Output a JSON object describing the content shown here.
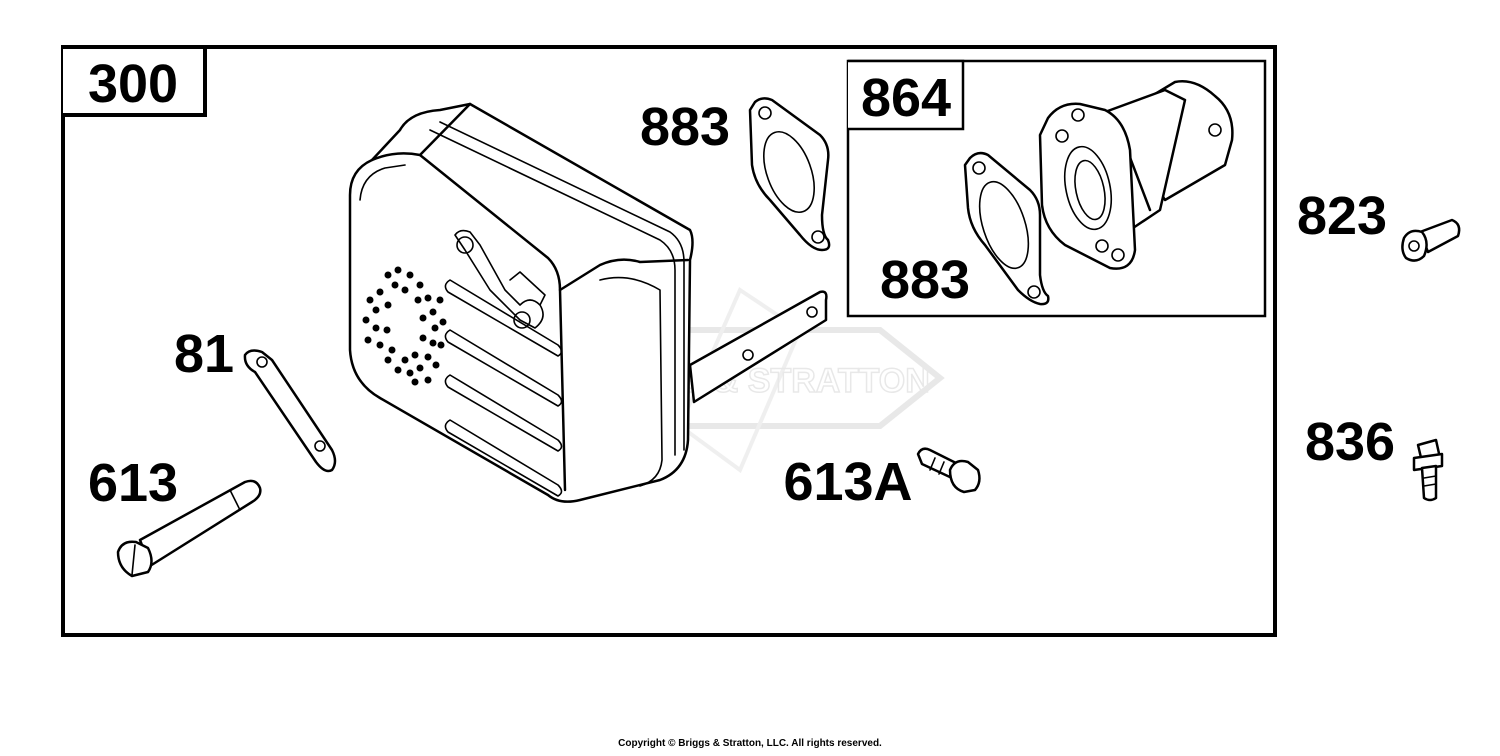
{
  "diagram": {
    "assembly_label": "300",
    "subassembly_label": "864",
    "watermark": "BRIGGS & STRATTON",
    "callouts": {
      "gasket_main": "883",
      "gasket_sub": "883",
      "screw_823": "823",
      "screw_836": "836",
      "screw_613A": "613A",
      "bolt_613": "613",
      "lock_81": "81"
    }
  },
  "footer": {
    "copyright": "Copyright © Briggs & Stratton, LLC. All rights reserved."
  }
}
